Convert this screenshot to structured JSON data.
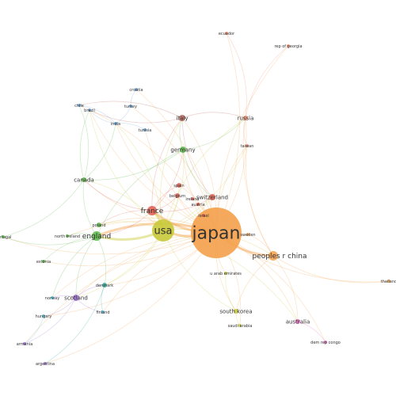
{
  "network": {
    "nodes": [
      {
        "id": "japan",
        "label": "japan",
        "cluster": "orange",
        "weight": 100
      },
      {
        "id": "usa",
        "label": "usa",
        "cluster": "yellow",
        "weight": 38
      },
      {
        "id": "peoples_r_china",
        "label": "peoples r china",
        "cluster": "orange",
        "weight": 14
      },
      {
        "id": "france",
        "label": "france",
        "cluster": "red",
        "weight": 11
      },
      {
        "id": "england",
        "label": "england",
        "cluster": "green",
        "weight": 10
      },
      {
        "id": "germany",
        "label": "germany",
        "cluster": "green",
        "weight": 8
      },
      {
        "id": "italy",
        "label": "italy",
        "cluster": "brown",
        "weight": 6
      },
      {
        "id": "switzerland",
        "label": "switzerland",
        "cluster": "red",
        "weight": 6
      },
      {
        "id": "scotland",
        "label": "scotland",
        "cluster": "purple",
        "weight": 5
      },
      {
        "id": "canada",
        "label": "canada",
        "cluster": "green",
        "weight": 4
      },
      {
        "id": "south_korea",
        "label": "south korea",
        "cluster": "yellow",
        "weight": 4
      },
      {
        "id": "australia",
        "label": "australia",
        "cluster": "magenta",
        "weight": 4
      },
      {
        "id": "russia",
        "label": "russia",
        "cluster": "salmon",
        "weight": 4
      },
      {
        "id": "denmark",
        "label": "denmark",
        "cluster": "teal",
        "weight": 3
      },
      {
        "id": "spain",
        "label": "spain",
        "cluster": "red",
        "weight": 3
      },
      {
        "id": "belgium",
        "label": "belgium",
        "cluster": "red",
        "weight": 3
      },
      {
        "id": "poland",
        "label": "poland",
        "cluster": "green",
        "weight": 3
      },
      {
        "id": "portugal",
        "label": "portugal",
        "cluster": "green",
        "weight": 2
      },
      {
        "id": "north_ireland",
        "label": "north ireland",
        "cluster": "green",
        "weight": 2
      },
      {
        "id": "estonia",
        "label": "estonia",
        "cluster": "green",
        "weight": 2
      },
      {
        "id": "norway",
        "label": "norway",
        "cluster": "cyan",
        "weight": 2
      },
      {
        "id": "hungary",
        "label": "hungary",
        "cluster": "cyan",
        "weight": 2
      },
      {
        "id": "finland",
        "label": "finland",
        "cluster": "cyan",
        "weight": 2
      },
      {
        "id": "taiwan",
        "label": "taiwan",
        "cluster": "salmon",
        "weight": 2
      },
      {
        "id": "sweden",
        "label": "sweden",
        "cluster": "orange",
        "weight": 2
      },
      {
        "id": "ireland",
        "label": "ireland",
        "cluster": "red",
        "weight": 2
      },
      {
        "id": "austria",
        "label": "austria",
        "cluster": "red",
        "weight": 2
      },
      {
        "id": "brazil",
        "label": "brazil",
        "cluster": "blue",
        "weight": 2
      },
      {
        "id": "chile",
        "label": "chile",
        "cluster": "blue",
        "weight": 2
      },
      {
        "id": "india",
        "label": "india",
        "cluster": "blue",
        "weight": 2
      },
      {
        "id": "turkey",
        "label": "turkey",
        "cluster": "blue",
        "weight": 2
      },
      {
        "id": "tunisia",
        "label": "tunisia",
        "cluster": "blue",
        "weight": 1
      },
      {
        "id": "croatia",
        "label": "croatia",
        "cluster": "blue",
        "weight": 1
      },
      {
        "id": "israel",
        "label": "israel",
        "cluster": "red",
        "weight": 1
      },
      {
        "id": "u_arab_emirates",
        "label": "u arab emirates",
        "cluster": "yellow",
        "weight": 1
      },
      {
        "id": "saudi_arabia",
        "label": "saudi arabia",
        "cluster": "yellow",
        "weight": 1
      },
      {
        "id": "thailand",
        "label": "thailand",
        "cluster": "orange",
        "weight": 1
      },
      {
        "id": "dem_rep_congo",
        "label": "dem rep congo",
        "cluster": "magenta",
        "weight": 1
      },
      {
        "id": "ecuador",
        "label": "ecuador",
        "cluster": "salmon",
        "weight": 1
      },
      {
        "id": "rep_of_georgia",
        "label": "rep of georgia",
        "cluster": "salmon",
        "weight": 1
      },
      {
        "id": "armenia",
        "label": "armenia",
        "cluster": "purple",
        "weight": 1
      },
      {
        "id": "argentina",
        "label": "argentina",
        "cluster": "purple",
        "weight": 1
      }
    ],
    "edges": [
      [
        "japan",
        "usa"
      ],
      [
        "japan",
        "peoples_r_china"
      ],
      [
        "japan",
        "france"
      ],
      [
        "japan",
        "england"
      ],
      [
        "japan",
        "germany"
      ],
      [
        "japan",
        "italy"
      ],
      [
        "japan",
        "switzerland"
      ],
      [
        "japan",
        "scotland"
      ],
      [
        "japan",
        "canada"
      ],
      [
        "japan",
        "south_korea"
      ],
      [
        "japan",
        "australia"
      ],
      [
        "japan",
        "russia"
      ],
      [
        "japan",
        "denmark"
      ],
      [
        "japan",
        "spain"
      ],
      [
        "japan",
        "belgium"
      ],
      [
        "japan",
        "poland"
      ],
      [
        "japan",
        "portugal"
      ],
      [
        "japan",
        "north_ireland"
      ],
      [
        "japan",
        "estonia"
      ],
      [
        "japan",
        "norway"
      ],
      [
        "japan",
        "hungary"
      ],
      [
        "japan",
        "finland"
      ],
      [
        "japan",
        "taiwan"
      ],
      [
        "japan",
        "sweden"
      ],
      [
        "japan",
        "ireland"
      ],
      [
        "japan",
        "austria"
      ],
      [
        "japan",
        "brazil"
      ],
      [
        "japan",
        "chile"
      ],
      [
        "japan",
        "india"
      ],
      [
        "japan",
        "turkey"
      ],
      [
        "japan",
        "tunisia"
      ],
      [
        "japan",
        "croatia"
      ],
      [
        "japan",
        "israel"
      ],
      [
        "japan",
        "u_arab_emirates"
      ],
      [
        "japan",
        "saudi_arabia"
      ],
      [
        "japan",
        "thailand"
      ],
      [
        "japan",
        "dem_rep_congo"
      ],
      [
        "japan",
        "ecuador"
      ],
      [
        "japan",
        "rep_of_georgia"
      ],
      [
        "japan",
        "armenia"
      ],
      [
        "japan",
        "argentina"
      ],
      [
        "usa",
        "france"
      ],
      [
        "usa",
        "england"
      ],
      [
        "usa",
        "germany"
      ],
      [
        "usa",
        "italy"
      ],
      [
        "usa",
        "canada"
      ],
      [
        "usa",
        "peoples_r_china"
      ],
      [
        "usa",
        "switzerland"
      ],
      [
        "usa",
        "scotland"
      ],
      [
        "usa",
        "south_korea"
      ],
      [
        "usa",
        "australia"
      ],
      [
        "usa",
        "spain"
      ],
      [
        "usa",
        "denmark"
      ],
      [
        "usa",
        "poland"
      ],
      [
        "usa",
        "brazil"
      ],
      [
        "usa",
        "india"
      ],
      [
        "usa",
        "russia"
      ],
      [
        "usa",
        "taiwan"
      ],
      [
        "france",
        "england"
      ],
      [
        "france",
        "germany"
      ],
      [
        "france",
        "italy"
      ],
      [
        "france",
        "switzerland"
      ],
      [
        "france",
        "spain"
      ],
      [
        "france",
        "belgium"
      ],
      [
        "france",
        "canada"
      ],
      [
        "france",
        "poland"
      ],
      [
        "england",
        "germany"
      ],
      [
        "england",
        "scotland"
      ],
      [
        "england",
        "canada"
      ],
      [
        "england",
        "north_ireland"
      ],
      [
        "england",
        "portugal"
      ],
      [
        "england",
        "estonia"
      ],
      [
        "england",
        "denmark"
      ],
      [
        "england",
        "norway"
      ],
      [
        "germany",
        "italy"
      ],
      [
        "germany",
        "switzerland"
      ],
      [
        "germany",
        "canada"
      ],
      [
        "germany",
        "russia"
      ],
      [
        "italy",
        "russia"
      ],
      [
        "italy",
        "chile"
      ],
      [
        "italy",
        "brazil"
      ],
      [
        "italy",
        "switzerland"
      ],
      [
        "scotland",
        "denmark"
      ],
      [
        "scotland",
        "norway"
      ],
      [
        "scotland",
        "hungary"
      ],
      [
        "scotland",
        "finland"
      ],
      [
        "scotland",
        "armenia"
      ],
      [
        "canada",
        "chile"
      ],
      [
        "canada",
        "brazil"
      ],
      [
        "canada",
        "india"
      ],
      [
        "canada",
        "portugal"
      ],
      [
        "india",
        "chile"
      ],
      [
        "india",
        "brazil"
      ],
      [
        "india",
        "turkey"
      ],
      [
        "india",
        "tunisia"
      ],
      [
        "croatia",
        "turkey"
      ],
      [
        "peoples_r_china",
        "taiwan"
      ],
      [
        "peoples_r_china",
        "south_korea"
      ],
      [
        "peoples_r_china",
        "australia"
      ],
      [
        "peoples_r_china",
        "thailand"
      ],
      [
        "peoples_r_china",
        "russia"
      ],
      [
        "peoples_r_china",
        "sweden"
      ],
      [
        "australia",
        "dem_rep_congo"
      ],
      [
        "south_korea",
        "saudi_arabia"
      ],
      [
        "south_korea",
        "u_arab_emirates"
      ],
      [
        "russia",
        "ecuador"
      ],
      [
        "russia",
        "rep_of_georgia"
      ],
      [
        "russia",
        "taiwan"
      ],
      [
        "hungary",
        "armenia"
      ],
      [
        "denmark",
        "finland"
      ],
      [
        "denmark",
        "argentina"
      ]
    ],
    "cluster_colors": {
      "orange": "#f4a04a",
      "yellow": "#c9c93a",
      "red": "#e05a4f",
      "green": "#58b847",
      "brown": "#b4635a",
      "salmon": "#f08a72",
      "blue": "#6aa3dd",
      "purple": "#9b6fd1",
      "cyan": "#4cc0d8",
      "teal": "#2fa79b",
      "magenta": "#e461c2"
    }
  }
}
